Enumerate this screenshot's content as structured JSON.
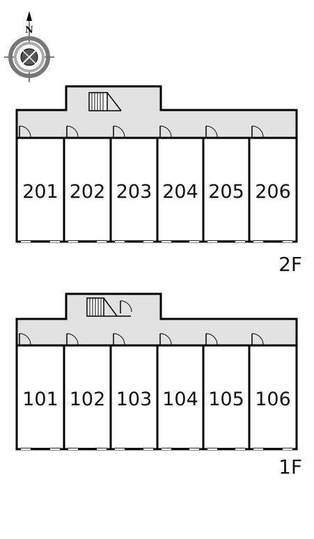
{
  "compass": {
    "north_label": "N"
  },
  "colors": {
    "corridor": "#e2e2e2",
    "wall": "#000000",
    "door": "#000000"
  },
  "floors": [
    {
      "label": "2F",
      "units": [
        "201",
        "202",
        "203",
        "204",
        "205",
        "206"
      ]
    },
    {
      "label": "1F",
      "units": [
        "101",
        "102",
        "103",
        "104",
        "105",
        "106"
      ]
    }
  ]
}
